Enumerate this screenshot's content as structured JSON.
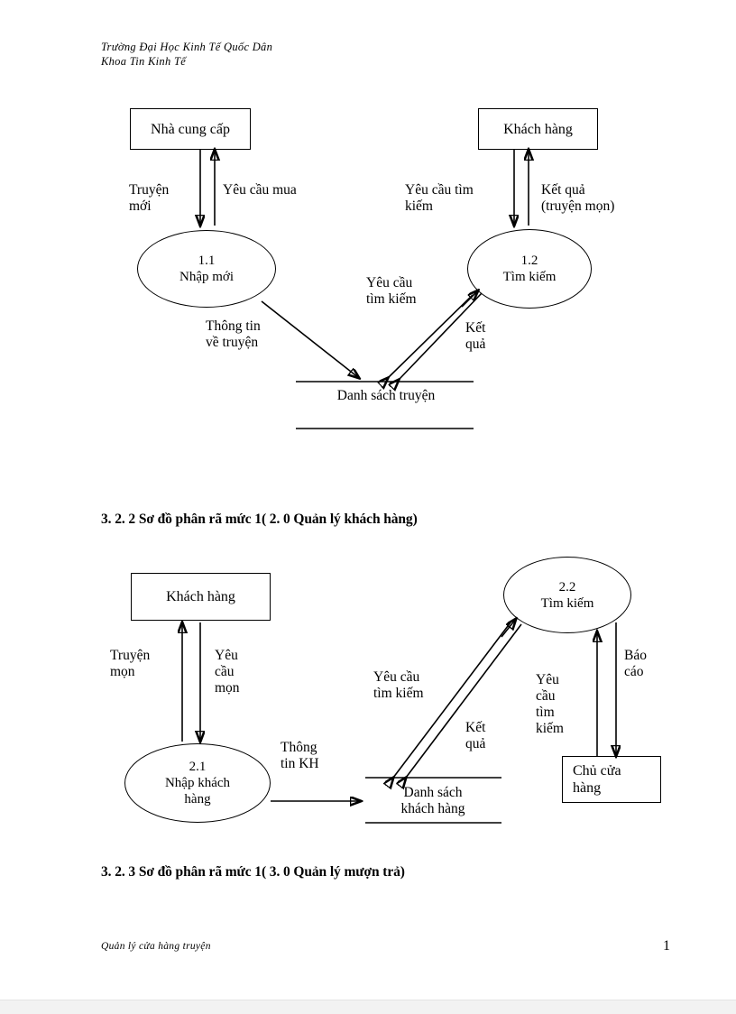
{
  "document": {
    "header_line1": "Trường Đại Học Kinh Tế Quốc Dân",
    "header_line2": "Khoa Tin Kinh Tế",
    "footer_text": "Quản lý cửa hàng truyện",
    "page_number": "1"
  },
  "headings": {
    "section_2": "3. 2. 2 Sơ đồ phân rã mức 1( 2. 0 Quản lý khách hàng)",
    "section_3": "3. 2. 3 Sơ đồ phân rã mức 1( 3. 0 Quản lý mượn trả)"
  },
  "diagram1": {
    "entities": {
      "supplier": "Nhà cung cấp",
      "customer": "Khách hàng"
    },
    "processes": {
      "p11_number": "1.1",
      "p11_name": "Nhập mới",
      "p12_number": "1.2",
      "p12_name": "Tìm kiếm"
    },
    "datastore": "Danh sách truyện",
    "flows": {
      "supplier_to_p11": "Truyện\nmới",
      "p11_to_supplier": "Yêu cầu mua",
      "customer_to_p12": "Yêu cầu tìm\nkiếm",
      "p12_to_customer": "Kết quả\n(truyện mọn)",
      "p11_to_store": "Thông tin\nvề truyện",
      "p12_request_store": "Yêu cầu\ntìm kiếm",
      "store_to_p12": "Kết\nquả"
    }
  },
  "diagram2": {
    "entities": {
      "customer": "Khách hàng",
      "owner": "Chủ cửa\nhàng"
    },
    "processes": {
      "p21_number": "2.1",
      "p21_name": "Nhập khách\nhàng",
      "p22_number": "2.2",
      "p22_name": "Tìm kiếm"
    },
    "datastore": "Danh sách\nkhách hàng",
    "flows": {
      "p21_to_customer": "Truyện\nmọn",
      "customer_to_p21": "Yêu\ncầu\nmọn",
      "p21_to_store": "Thông\ntin KH",
      "p22_request_store": "Yêu cầu\ntìm kiếm",
      "store_to_p22": "Kết\nquả",
      "owner_to_p22": "Yêu\ncầu\ntìm\nkiếm",
      "p22_to_owner": "Báo\ncáo"
    }
  }
}
